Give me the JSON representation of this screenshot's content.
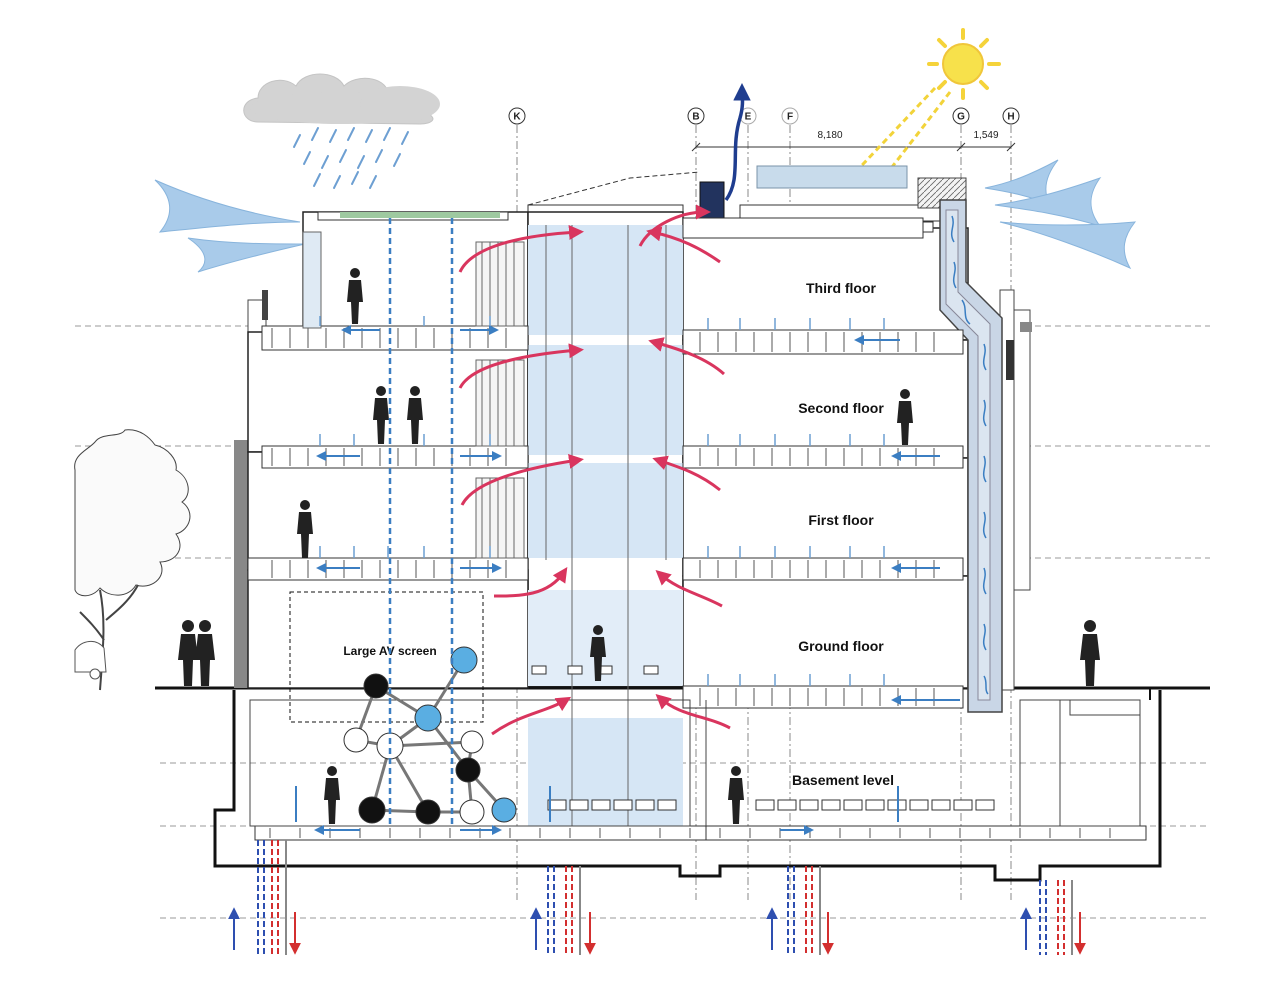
{
  "floors": [
    {
      "key": "third",
      "label": "Third floor"
    },
    {
      "key": "second",
      "label": "Second floor"
    },
    {
      "key": "first",
      "label": "First floor"
    },
    {
      "key": "ground",
      "label": "Ground floor"
    },
    {
      "key": "basement",
      "label": "Basement level"
    }
  ],
  "screen_label": "Large AV screen",
  "grid_lines": [
    "K",
    "B",
    "E",
    "F",
    "G",
    "H"
  ],
  "dimensions": [
    "8,180",
    "1,549"
  ],
  "colors": {
    "warm_air": "#d9355e",
    "cool_air": "#3b7ec2",
    "exhaust": "#1f3d8f",
    "wind": "#9cc3e6",
    "sun": "#f5e04a",
    "glazing": "#d6e6f5",
    "supply_red": "#d32f2f",
    "supply_blue": "#2e4fb0"
  },
  "icons": [
    "cloud-icon",
    "rain-icon",
    "sun-icon",
    "wind-icon",
    "tree-icon",
    "person-icon",
    "atomium-model-icon"
  ]
}
